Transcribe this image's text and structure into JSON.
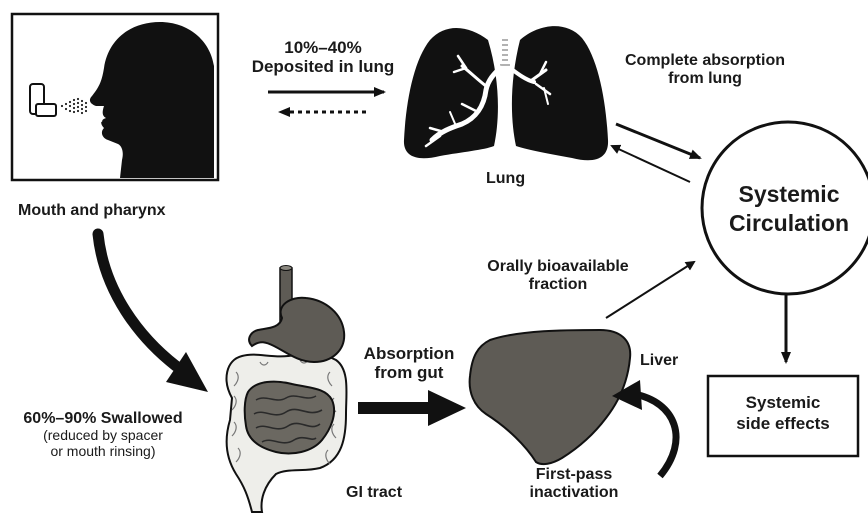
{
  "nodes": {
    "mouth": {
      "label": "Mouth and pharynx"
    },
    "lung": {
      "label": "Lung"
    },
    "systemic": {
      "line1": "Systemic",
      "line2": "Circulation"
    },
    "gi": {
      "label": "GI tract"
    },
    "liver": {
      "label": "Liver"
    },
    "side_effects": {
      "line1": "Systemic",
      "line2": "side effects"
    }
  },
  "edges": {
    "deposited": {
      "line1": "10%–40%",
      "line2": "Deposited in lung"
    },
    "complete_absorption": {
      "line1": "Complete absorption",
      "line2": "from lung"
    },
    "swallowed": {
      "line1": "60%–90% Swallowed",
      "line2": "(reduced by spacer",
      "line3": "or mouth rinsing)"
    },
    "absorption_gut": {
      "line1": "Absorption",
      "line2": "from gut"
    },
    "oral_fraction": {
      "line1": "Orally bioavailable",
      "line2": "fraction"
    },
    "first_pass": {
      "line1": "First-pass",
      "line2": "inactivation"
    }
  },
  "colors": {
    "ink": "#111111",
    "organ_fill": "#5e5b55",
    "intestine_fill": "#eeeeea",
    "paper": "#ffffff"
  }
}
